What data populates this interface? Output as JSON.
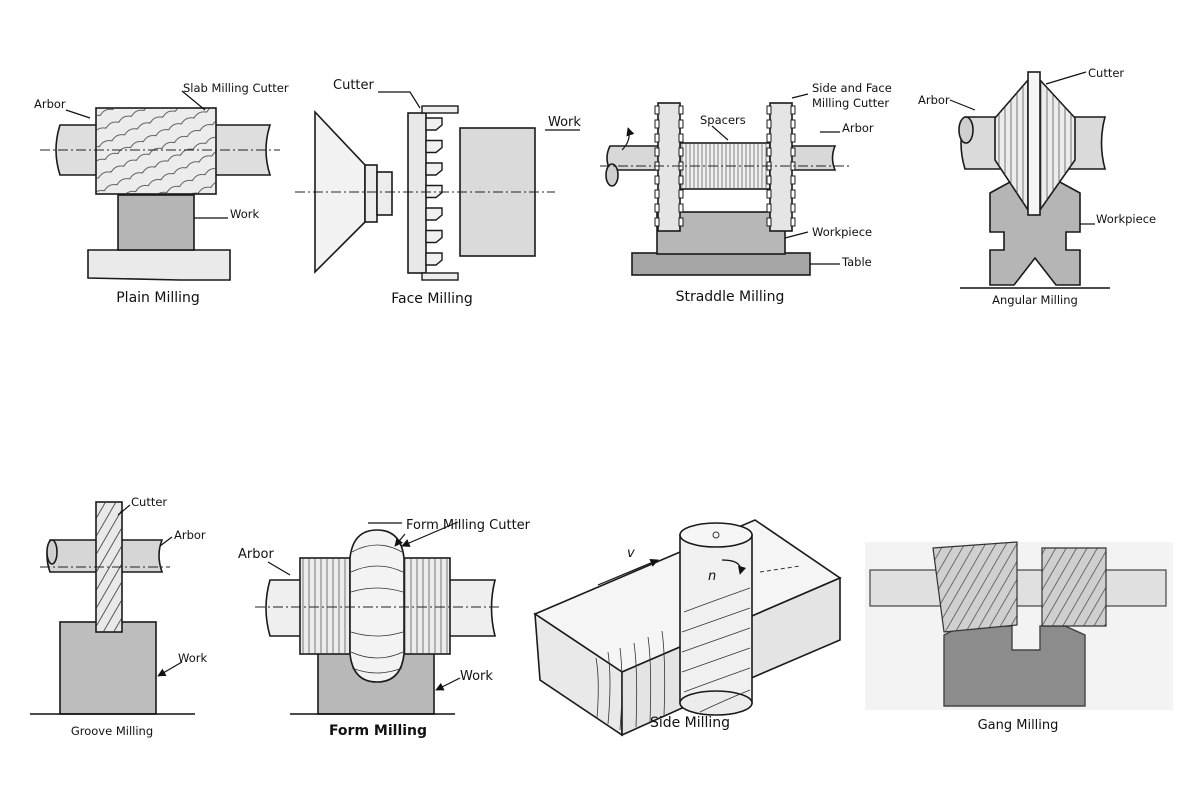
{
  "diagrams": [
    {
      "caption": "Plain Milling",
      "labels": {
        "arbor": "Arbor",
        "cutter": "Slab Milling Cutter",
        "work": "Work"
      }
    },
    {
      "caption": "Face Milling",
      "labels": {
        "cutter": "Cutter",
        "work": "Work"
      }
    },
    {
      "caption": "Straddle Milling",
      "labels": {
        "cutter": "Side and Face\nMilling Cutter",
        "spacers": "Spacers",
        "arbor": "Arbor",
        "workpiece": "Workpiece",
        "table": "Table"
      }
    },
    {
      "caption": "Angular Milling",
      "labels": {
        "arbor": "Arbor",
        "cutter": "Cutter",
        "workpiece": "Workpiece"
      }
    },
    {
      "caption": "Groove  Milling",
      "labels": {
        "cutter": "Cutter",
        "arbor": "Arbor",
        "work": "Work"
      }
    },
    {
      "caption": "Form Milling",
      "labels": {
        "arbor": "Arbor",
        "cutter": "Form Milling Cutter",
        "work": "Work"
      }
    },
    {
      "caption": "Side Milling",
      "labels": {
        "v": "v",
        "n": "n"
      }
    },
    {
      "caption": "Gang Milling",
      "labels": {}
    }
  ],
  "colors": {
    "line": "#1a1a1a",
    "shaft": "#dcdcdc",
    "cutter": "#e2e2e2",
    "work": "#b8b8b8",
    "dark_work": "#888888"
  }
}
